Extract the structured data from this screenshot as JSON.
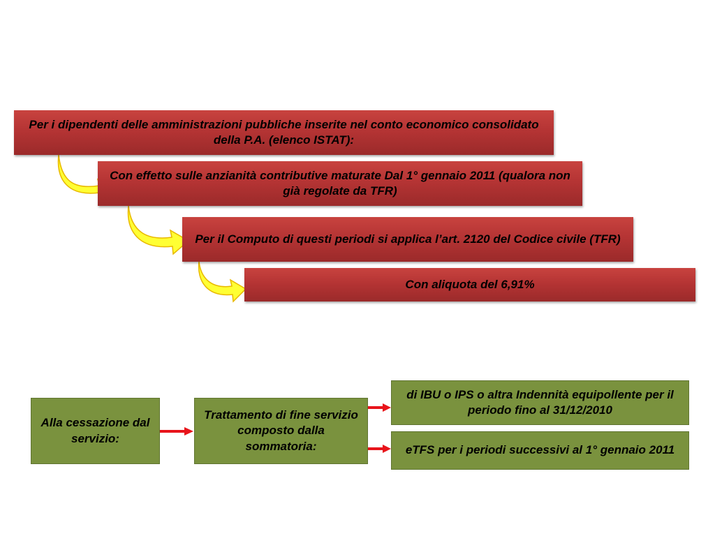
{
  "top_flow": {
    "step1": "Per i dipendenti delle amministrazioni pubbliche inserite nel conto economico consolidato della P.A. (elenco ISTAT):",
    "step2": "Con effetto sulle anzianità contributive maturate Dal 1°   gennaio 2011 (qualora non già regolate da TFR)",
    "step3": "Per il Computo di questi periodi si applica l’art. 2120 del Codice civile (TFR)",
    "step4": "Con aliquota del 6,91%"
  },
  "bottom_flow": {
    "start": "Alla cessazione dal servizio:",
    "middle": "Trattamento di fine servizio composto dalla sommatoria:",
    "branch1": "di IBU o IPS o altra Indennità equipollente per il periodo fino al 31/12/2010",
    "branch2": "eTFS per i periodi successivi al 1°   gennaio 2011"
  },
  "colors": {
    "red_box": "#b53434",
    "green_box": "#7a923e",
    "curved_arrow_fill": "#ffff33",
    "curved_arrow_outline": "#e8b800",
    "connector_arrow": "#e8141b"
  }
}
